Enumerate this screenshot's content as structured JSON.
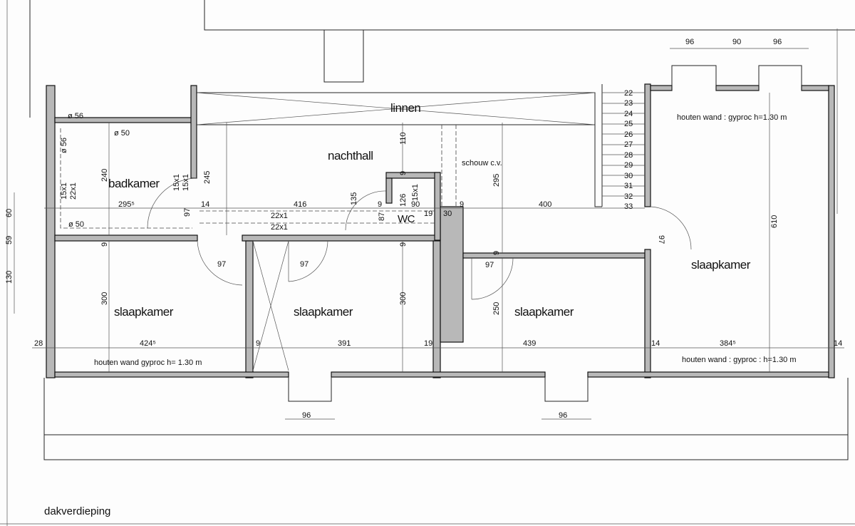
{
  "title": "dakverdieping",
  "rooms": {
    "linnen": "linnen",
    "nachthall": "nachthall",
    "badkamer": "badkamer",
    "wc": "WC",
    "slaapkamer_1": "slaapkamer",
    "slaapkamer_2": "slaapkamer",
    "slaapkamer_3": "slaapkamer",
    "slaapkamer_4": "slaapkamer"
  },
  "notes": {
    "schouw": "schouw c.v.",
    "wall_top_right": "houten wand : gyproc h=1.30 m",
    "wall_bottom_left": "houten wand gyproc h= 1.30 m",
    "wall_bottom_right": "houten wand : gyproc : h=1.30 m"
  },
  "stair_steps": [
    "22",
    "23",
    "24",
    "25",
    "26",
    "27",
    "28",
    "29",
    "30",
    "31",
    "32",
    "33"
  ],
  "pipes": [
    "ø 56",
    "ø 50",
    "ø 56",
    "ø 50"
  ],
  "pipe_sizes": [
    "15x1",
    "22x1",
    "15x1",
    "15x1",
    "15x1",
    "22x1",
    "22x1"
  ],
  "dimensions": {
    "top": [
      "96",
      "90",
      "96"
    ],
    "left": [
      "60",
      "59",
      "130"
    ],
    "hall": [
      "240",
      "245",
      "110",
      "295⁵",
      "14",
      "97",
      "416",
      "135",
      "9",
      "126",
      "90",
      "87",
      "19",
      "30",
      "9",
      "400",
      "295",
      "9"
    ],
    "middle": [
      "9",
      "97",
      "97",
      "9",
      "9",
      "97",
      "97",
      "610"
    ],
    "rooms": [
      "300",
      "300",
      "250"
    ],
    "bottom": [
      "28",
      "424⁵",
      "9",
      "391",
      "19",
      "439",
      "14",
      "384⁵",
      "14"
    ],
    "dormers": [
      "96",
      "96"
    ]
  }
}
